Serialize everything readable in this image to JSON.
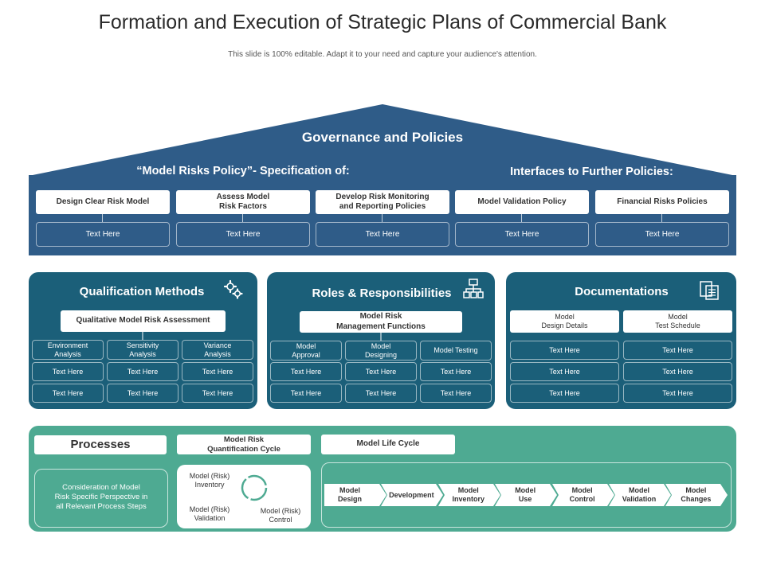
{
  "title": "Formation and Execution of Strategic Plans of Commercial Bank",
  "subtitle": "This slide is 100% editable. Adapt it to your need and capture your audience's attention.",
  "governance": {
    "title": "Governance and Policies",
    "left_heading": "“Model Risks Policy”- Specification of:",
    "right_heading": "Interfaces to Further Policies:",
    "items": [
      {
        "label": "Design Clear Risk Model",
        "text": "Text Here"
      },
      {
        "label": "Assess Model\nRisk Factors",
        "text": "Text Here"
      },
      {
        "label": "Develop Risk Monitoring\nand Reporting Policies",
        "text": "Text Here"
      },
      {
        "label": "Model Validation Policy",
        "text": "Text Here"
      },
      {
        "label": "Financial Risks Policies",
        "text": "Text Here"
      }
    ]
  },
  "qualification": {
    "title": "Qualification Methods",
    "header_box": "Qualitative Model Risk Assessment",
    "columns": [
      "Environment\nAnalysis",
      "Sensitivity\nAnalysis",
      "Variance\nAnalysis"
    ],
    "rows": [
      [
        "Text Here",
        "Text Here",
        "Text Here"
      ],
      [
        "Text Here",
        "Text Here",
        "Text Here"
      ]
    ]
  },
  "roles": {
    "title": "Roles & Responsibilities",
    "header_box": "Model Risk\nManagement Functions",
    "columns": [
      "Model\nApproval",
      "Model\nDesigning",
      "Model Testing"
    ],
    "rows": [
      [
        "Text Here",
        "Text Here",
        "Text Here"
      ],
      [
        "Text Here",
        "Text Here",
        "Text Here"
      ]
    ]
  },
  "documentations": {
    "title": "Documentations",
    "columns": [
      "Model\nDesign Details",
      "Model\nTest  Schedule"
    ],
    "rows": [
      [
        "Text Here",
        "Text Here"
      ],
      [
        "Text Here",
        "Text Here"
      ],
      [
        "Text Here",
        "Text Here"
      ]
    ]
  },
  "processes": {
    "title": "Processes",
    "description": "Consideration of Model\nRisk Specific Perspective in\nall Relevant Process Steps",
    "quantification_title": "Model Risk\nQuantification Cycle",
    "cycle": [
      "Model  (Risk)\nInventory",
      "Model  (Risk)\nValidation",
      "Model  (Risk)\nControl"
    ],
    "lifecycle_title": "Model Life Cycle",
    "lifecycle_steps": [
      "Model\nDesign",
      "Development",
      "Model\nInventory",
      "Model\nUse",
      "Model\nControl",
      "Model\nValidation",
      "Model\nChanges"
    ]
  },
  "colors": {
    "governance": "#2f5c88",
    "panel": "#1b5f79",
    "processes": "#4eaa92"
  }
}
